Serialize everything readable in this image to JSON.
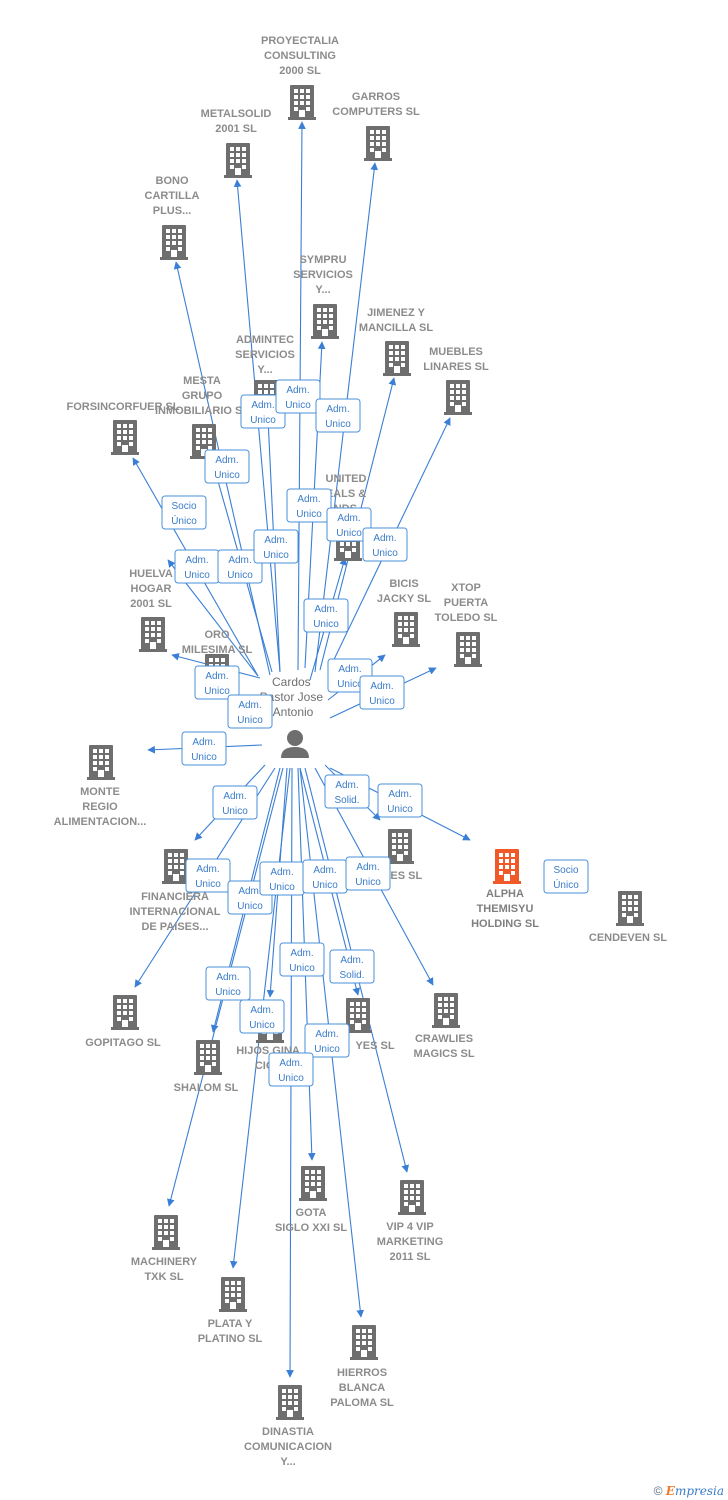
{
  "center": {
    "label_lines": [
      "Cardos",
      "Pastor Jose",
      "Antonio"
    ],
    "icon": "person-icon"
  },
  "colors": {
    "edge": "#3a7fd5",
    "company": "#6e6e6e",
    "highlight": "#f05a28",
    "badge_text": "#3a7cc9"
  },
  "companies": [
    {
      "id": "proyectalia",
      "lines": [
        "PROYECTALIA",
        "CONSULTING",
        "2000 SL"
      ]
    },
    {
      "id": "garros",
      "lines": [
        "GARROS",
        "COMPUTERS SL"
      ]
    },
    {
      "id": "metalsolid",
      "lines": [
        "METALSOLID",
        "2001 SL"
      ]
    },
    {
      "id": "bono",
      "lines": [
        "BONO",
        "CARTILLA",
        "PLUS..."
      ]
    },
    {
      "id": "sympru",
      "lines": [
        "SYMPRU",
        "SERVICIOS",
        "Y..."
      ]
    },
    {
      "id": "jimenez",
      "lines": [
        "JIMENEZ Y",
        "MANCILLA SL"
      ]
    },
    {
      "id": "muebles",
      "lines": [
        "MUEBLES",
        "LINARES SL"
      ]
    },
    {
      "id": "admintec",
      "lines": [
        "ADMINTEC",
        "SERVICIOS",
        "Y..."
      ]
    },
    {
      "id": "mesta",
      "lines": [
        "MESTA",
        "GRUPO",
        "INMOBILIARIO SL"
      ]
    },
    {
      "id": "forsincorfuer",
      "lines": [
        "FORSINCORFUER SL"
      ]
    },
    {
      "id": "united",
      "lines": [
        "UNITED",
        "EALS &",
        "ANDS..."
      ]
    },
    {
      "id": "huelva",
      "lines": [
        "HUELVA",
        "HOGAR",
        "2001 SL"
      ]
    },
    {
      "id": "bicis",
      "lines": [
        "BICIS",
        "JACKY SL"
      ]
    },
    {
      "id": "xtop",
      "lines": [
        "XTOP",
        "PUERTA",
        "TOLEDO SL"
      ]
    },
    {
      "id": "oro",
      "lines": [
        "ORO",
        "MILESIMA SL"
      ]
    },
    {
      "id": "monte",
      "lines": [
        "MONTE",
        "REGIO",
        "ALIMENTACION..."
      ]
    },
    {
      "id": "financiera",
      "lines": [
        "FINANCIERA",
        "INTERNACIONAL",
        "DE PAISES..."
      ]
    },
    {
      "id": "cles",
      "lines": [
        "CLES SL"
      ]
    },
    {
      "id": "alpha",
      "lines": [
        "ALPHA",
        "THEMISYU",
        "HOLDING SL"
      ],
      "highlight": true
    },
    {
      "id": "cendeven",
      "lines": [
        "CENDEVEN SL"
      ]
    },
    {
      "id": "gopitago",
      "lines": [
        "GOPITAGO SL"
      ]
    },
    {
      "id": "crawlies",
      "lines": [
        "CRAWLIES",
        "MAGICS SL"
      ]
    },
    {
      "id": "yes",
      "lines": [
        "YES SL"
      ]
    },
    {
      "id": "hijos",
      "lines": [
        "HIJOS GINA",
        "CIOF"
      ]
    },
    {
      "id": "shalom",
      "lines": [
        "SHALOM SL"
      ]
    },
    {
      "id": "gota",
      "lines": [
        "GOTA",
        "SIGLO XXI SL"
      ]
    },
    {
      "id": "vip4vip",
      "lines": [
        "VIP 4 VIP",
        "MARKETING",
        "2011 SL"
      ]
    },
    {
      "id": "machinery",
      "lines": [
        "MACHINERY",
        "TXK SL"
      ]
    },
    {
      "id": "plata",
      "lines": [
        "PLATA Y",
        "PLATINO SL"
      ]
    },
    {
      "id": "hierros",
      "lines": [
        "HIERROS",
        "BLANCA",
        "PALOMA SL"
      ]
    },
    {
      "id": "dinastia",
      "lines": [
        "DINASTIA",
        "COMUNICACION",
        "Y..."
      ]
    }
  ],
  "edge_labels": [
    {
      "lines": [
        "Adm.",
        "Unico"
      ]
    },
    {
      "lines": [
        "Adm.",
        "Unico"
      ]
    },
    {
      "lines": [
        "Adm.",
        "Unico"
      ]
    },
    {
      "lines": [
        "Adm.",
        "Unico"
      ]
    },
    {
      "lines": [
        "Socio",
        "Único"
      ]
    },
    {
      "lines": [
        "Adm.",
        "Unico"
      ]
    },
    {
      "lines": [
        "Adm.",
        "Unico"
      ]
    },
    {
      "lines": [
        "Adm.",
        "Unico"
      ]
    },
    {
      "lines": [
        "Adm.",
        "Unico"
      ]
    },
    {
      "lines": [
        "Adm.",
        "Unico"
      ]
    },
    {
      "lines": [
        "Adm.",
        "Unico"
      ]
    },
    {
      "lines": [
        "Adm.",
        "Unico"
      ]
    },
    {
      "lines": [
        "Adm.",
        "Unico"
      ]
    },
    {
      "lines": [
        "Adm.",
        "Unico"
      ]
    },
    {
      "lines": [
        "Adm.",
        "Unico"
      ]
    },
    {
      "lines": [
        "Adm.",
        "Unico"
      ]
    },
    {
      "lines": [
        "Adm.",
        "Unico"
      ]
    },
    {
      "lines": [
        "Adm.",
        "Unico"
      ]
    },
    {
      "lines": [
        "Adm.",
        "Solid."
      ]
    },
    {
      "lines": [
        "Adm.",
        "Unico"
      ]
    },
    {
      "lines": [
        "Socio",
        "Único"
      ]
    },
    {
      "lines": [
        "Adm.",
        "Unico"
      ]
    },
    {
      "lines": [
        "Adm.",
        "Unico"
      ]
    },
    {
      "lines": [
        "Adm.",
        "Unico"
      ]
    },
    {
      "lines": [
        "Adm.",
        "Unico"
      ]
    },
    {
      "lines": [
        "Adm.",
        "Unico"
      ]
    },
    {
      "lines": [
        "Adm.",
        "Unico"
      ]
    },
    {
      "lines": [
        "Adm.",
        "Unico"
      ]
    },
    {
      "lines": [
        "Adm.",
        "Unico"
      ]
    },
    {
      "lines": [
        "Adm.",
        "Solid."
      ]
    },
    {
      "lines": [
        "Adm.",
        "Unico"
      ]
    },
    {
      "lines": [
        "Adm.",
        "Unico"
      ]
    }
  ],
  "footer": {
    "copyright": "©",
    "brand_e": "E",
    "brand_rest": "mpresia"
  }
}
